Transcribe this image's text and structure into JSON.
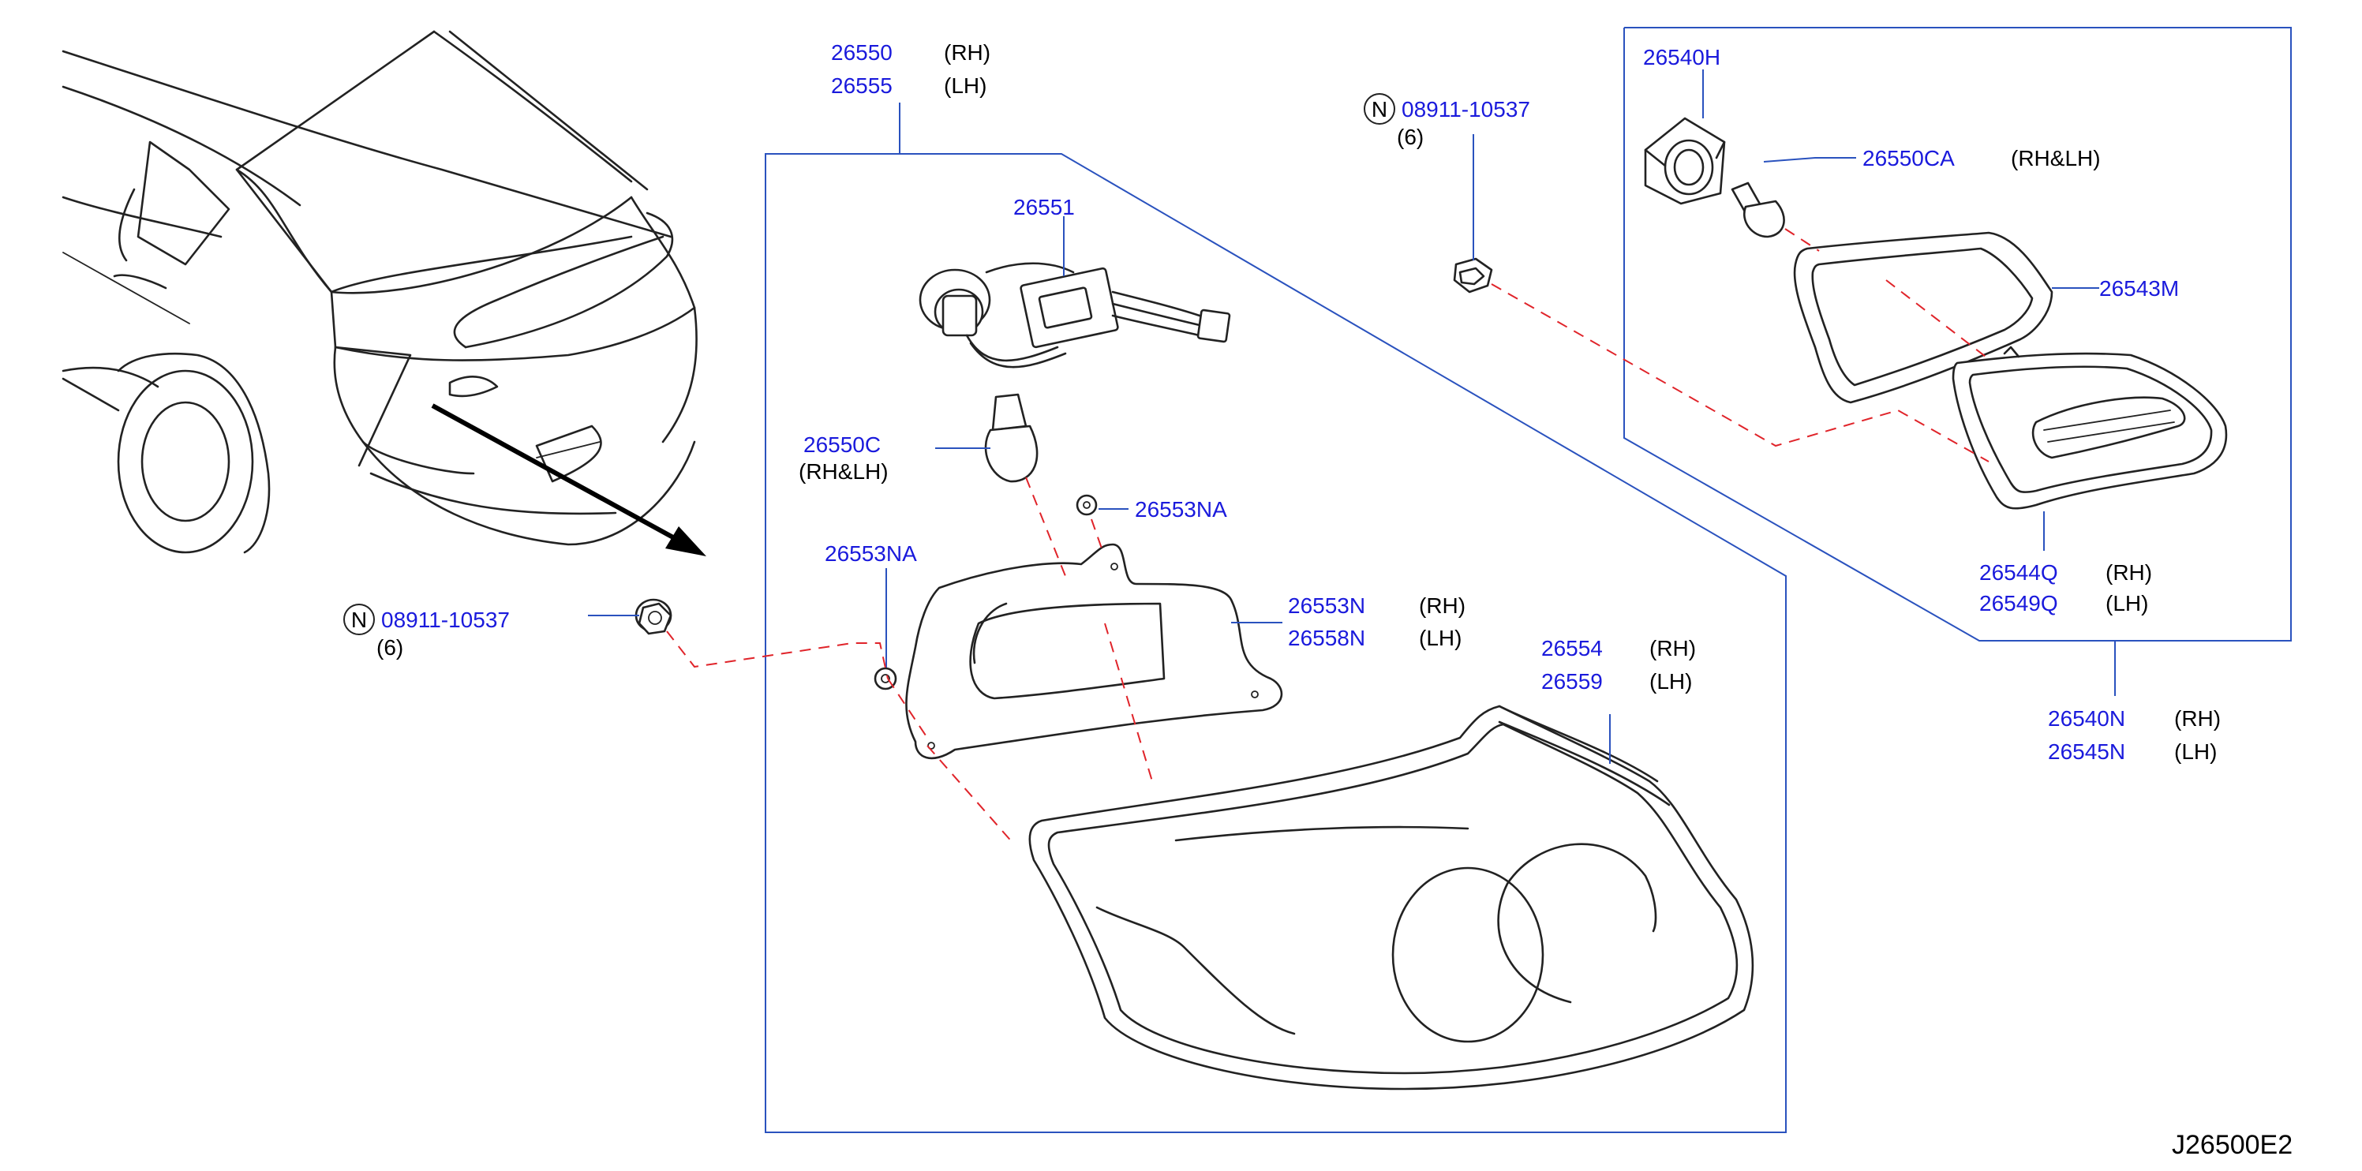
{
  "callouts": {
    "p26550": "26550",
    "p26550_side": "(RH)",
    "p26555": "26555",
    "p26555_side": "(LH)",
    "p26551": "26551",
    "p26550c": "26550C",
    "p26550c_side": "(RH&LH)",
    "p26553na_a": "26553NA",
    "p26553na_b": "26553NA",
    "p26553n": "26553N",
    "p26553n_side": "(RH)",
    "p26558n": "26558N",
    "p26558n_side": "(LH)",
    "p26554": "26554",
    "p26554_side": "(RH)",
    "p26559": "26559",
    "p26559_side": "(LH)",
    "nut_top_symbol": "N",
    "nut_top_num": "08911-10537",
    "nut_top_qty": "(6)",
    "nut_left_symbol": "N",
    "nut_left_num": "08911-10537",
    "nut_left_qty": "(6)",
    "p26540h": "26540H",
    "p26550ca": "26550CA",
    "p26550ca_side": "(RH&LH)",
    "p26543m": "26543M",
    "p26544q": "26544Q",
    "p26544q_side": "(RH)",
    "p26549q": "26549Q",
    "p26549q_side": "(LH)",
    "p26540n": "26540N",
    "p26540n_side": "(RH)",
    "p26545n": "26545N",
    "p26545n_side": "(LH)"
  },
  "diagram_code": "J26500E2",
  "colors": {
    "part_number": "#1a1adc",
    "frame": "#2a52be",
    "dash": "#e0242a",
    "ink": "#222222"
  }
}
